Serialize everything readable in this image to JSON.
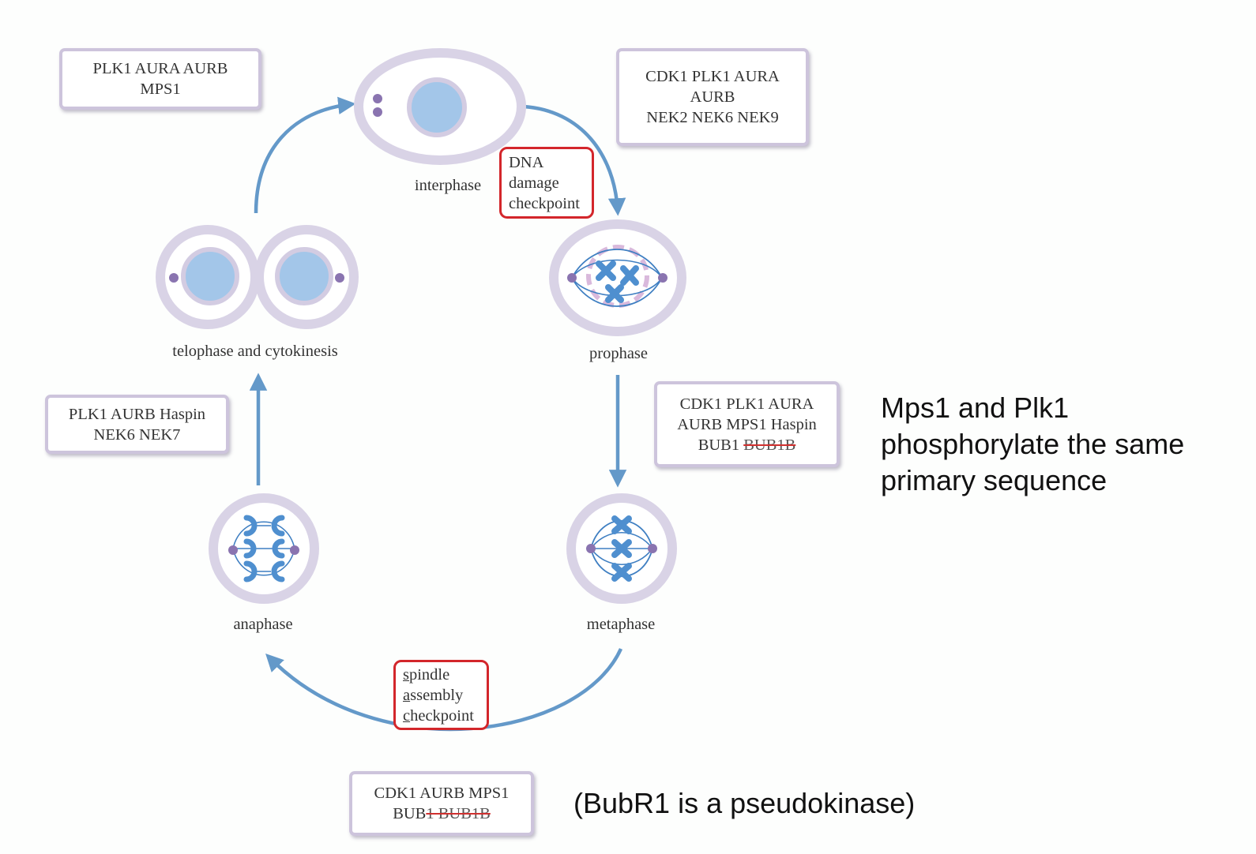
{
  "phases": {
    "interphase": "interphase",
    "prophase": "prophase",
    "metaphase": "metaphase",
    "anaphase": "anaphase",
    "telophase": "telophase and cytokinesis"
  },
  "kinase_boxes": {
    "telophase_to_interphase": [
      "PLK1 AURA AURB",
      "MPS1"
    ],
    "interphase_to_prophase": [
      "CDK1 PLK1 AURA",
      "AURB",
      "NEK2 NEK6 NEK9"
    ],
    "anaphase_to_telophase": [
      "PLK1 AURB Haspin",
      "NEK6 NEK7"
    ],
    "prophase_to_metaphase": {
      "line1": "CDK1 PLK1 AURA",
      "line2": "AURB MPS1 Haspin",
      "line3_plain": "BUB1",
      "line3_struck": "BUB1B"
    },
    "metaphase_to_anaphase": {
      "line1": "CDK1 AURB MPS1",
      "line2_plain": "BUB",
      "line2_struck": "1 BUB1B"
    }
  },
  "checkpoints": {
    "dna_damage": [
      "DNA",
      "damage",
      "checkpoint"
    ],
    "spindle_assembly": {
      "line1_initial": "s",
      "line1_rest": "pindle",
      "line2_initial": "a",
      "line2_rest": "ssembly",
      "line3_initial": "c",
      "line3_rest": "heckpoint"
    }
  },
  "notes": {
    "mps1_plk1": [
      "Mps1 and Plk1",
      "phosphorylate the same",
      "primary sequence"
    ],
    "bubr1": "(BubR1 is a pseudokinase)"
  },
  "colors": {
    "cell_membrane": "#d9d3e6",
    "nucleus": "#a3c6e9",
    "nucleus_ring": "#cfc7df",
    "centrosome": "#8a74b0",
    "chromosome": "#4f8fcf",
    "spindle": "#3f7fc2",
    "arrow": "#6499c9",
    "checkpoint_border": "#d3262b",
    "kinase_box_border": "#cdc4dc",
    "strike": "#d0302f"
  }
}
